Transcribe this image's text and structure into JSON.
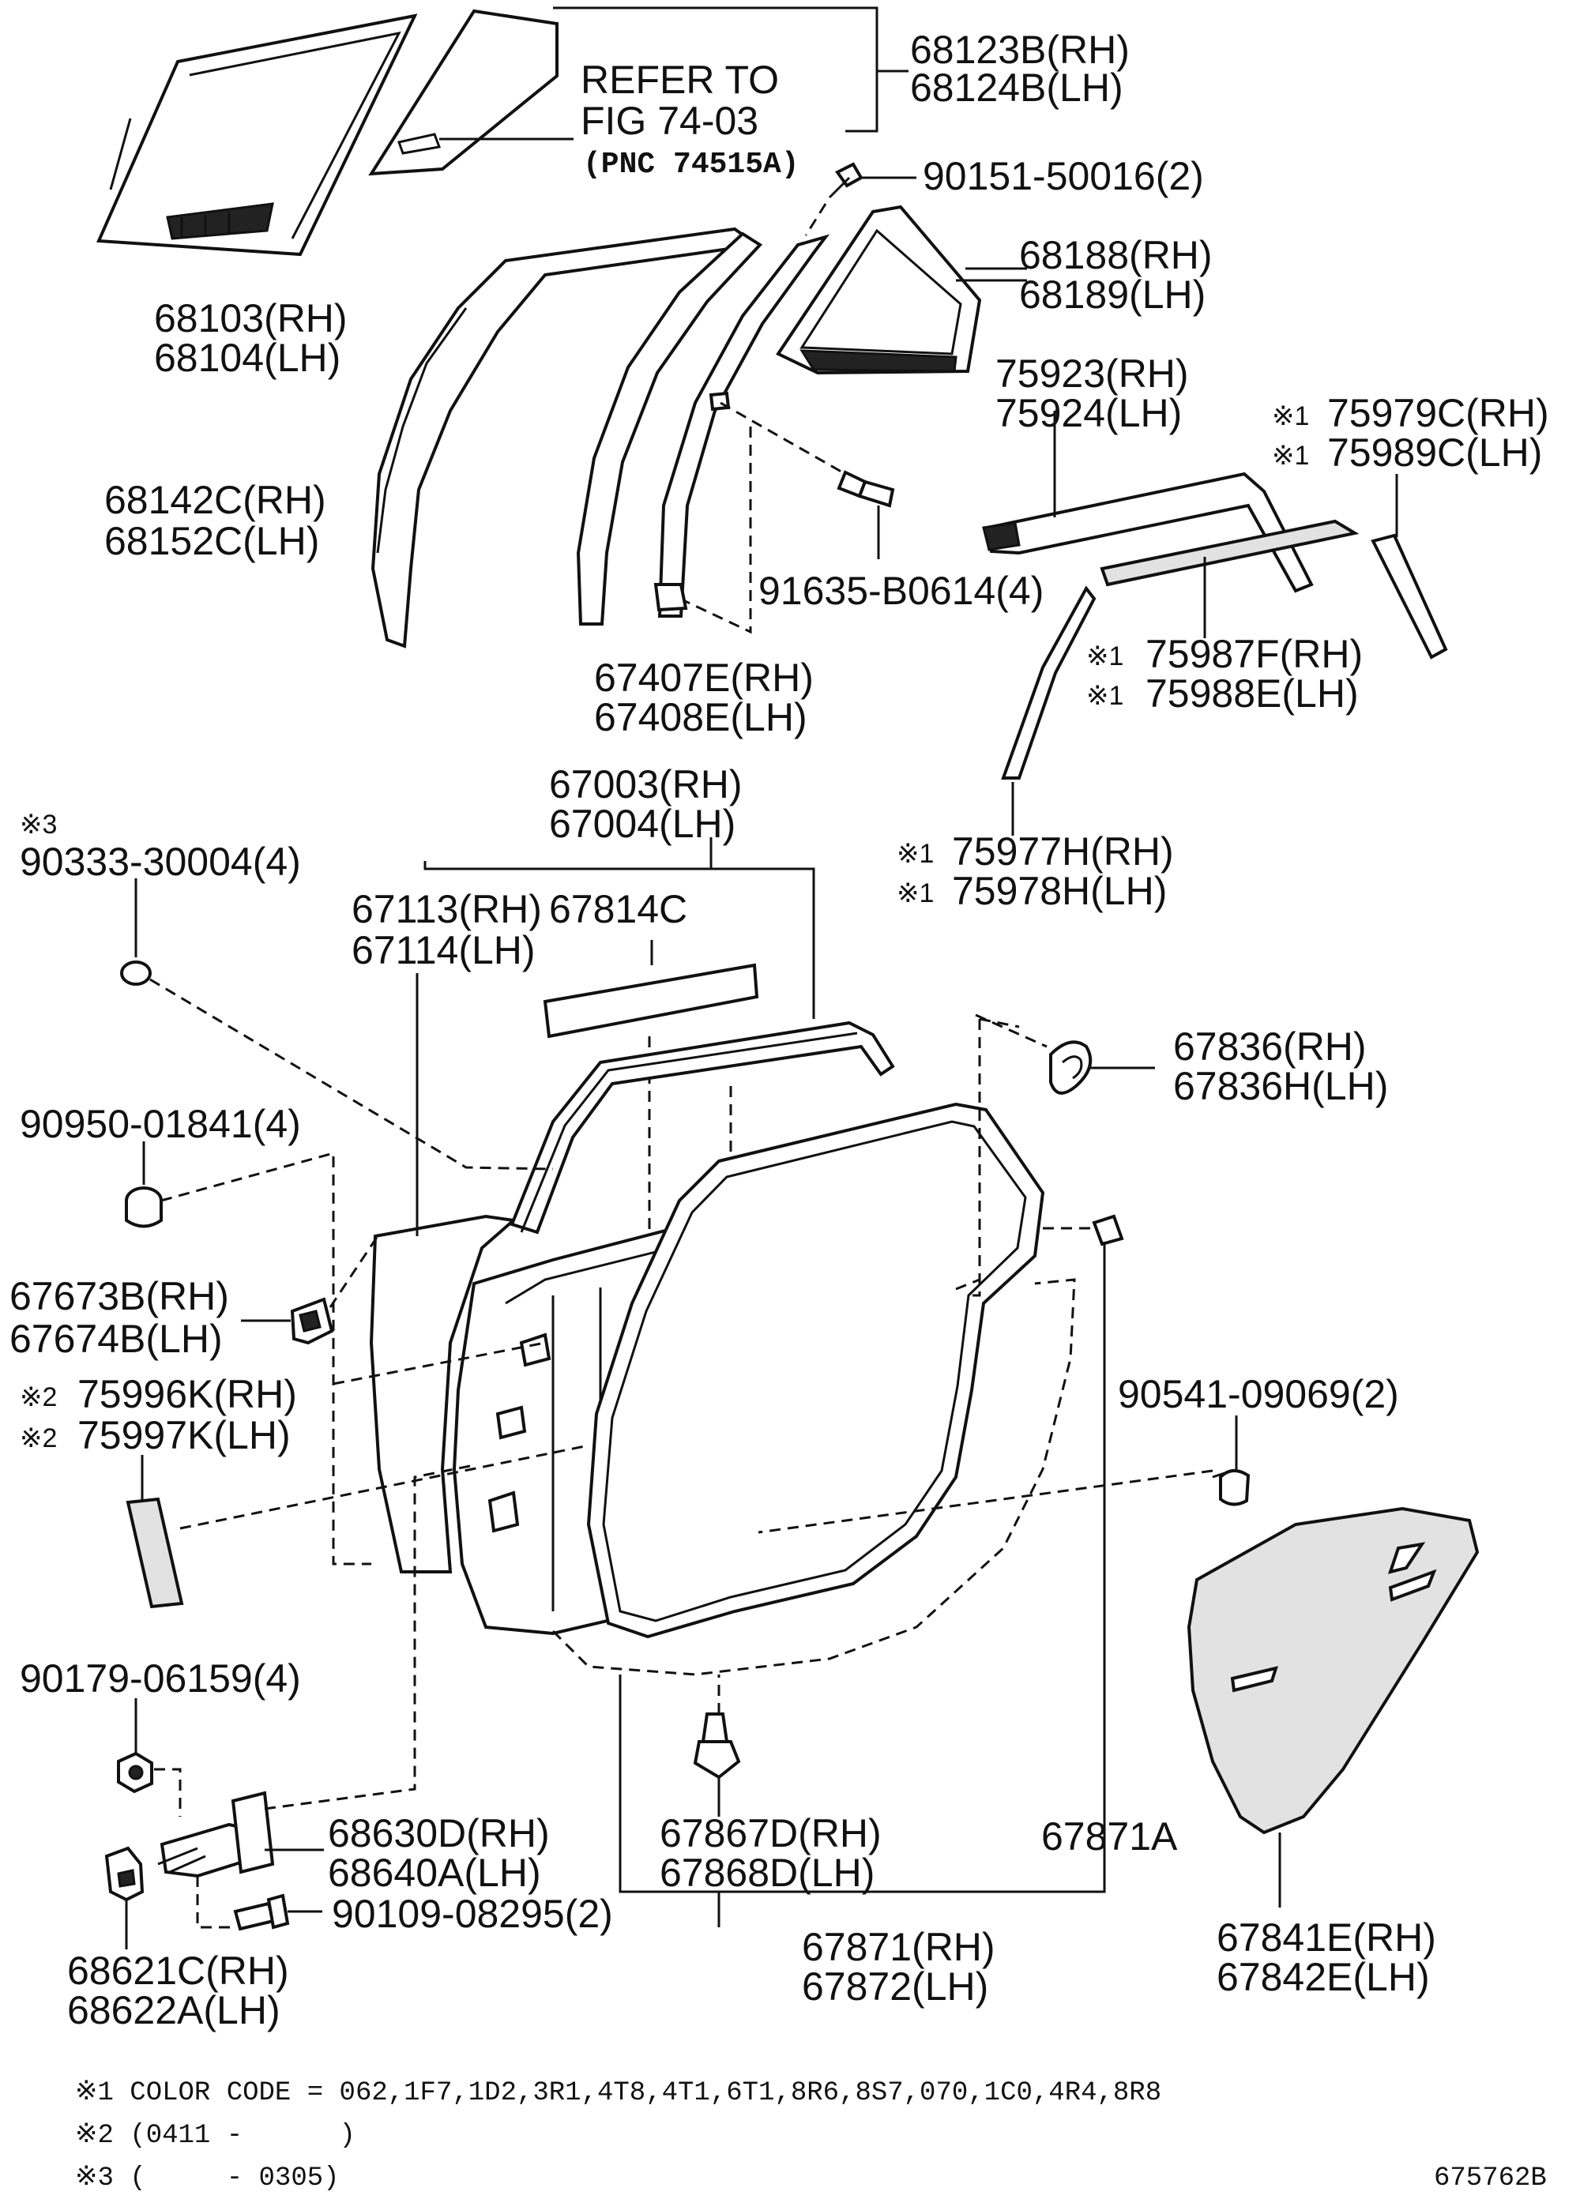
{
  "labels": {
    "window_glass_rh": "68123B(RH)",
    "window_glass_lh": "68124B(LH)",
    "refer_to": "REFER TO",
    "refer_fig": "FIG 74-03",
    "refer_pnc": "(PNC 74515A)",
    "screw": "90151-50016(2)",
    "glass_run_rh": "68103(RH)",
    "glass_run_lh": "68104(LH)",
    "quarter_weather_rh": "68188(RH)",
    "quarter_weather_lh": "68189(LH)",
    "outer_molding_rh": "68142C(RH)",
    "outer_molding_lh": "68152C(LH)",
    "bolt": "91635-B0614(4)",
    "division_bar_rh": "67407E(RH)",
    "division_bar_lh": "67408E(LH)",
    "belt_molding_rh": "75923(RH)",
    "belt_molding_lh": "75924(LH)",
    "garnish_c_rh": "75979C(RH)",
    "garnish_c_lh": "75989C(LH)",
    "garnish_f_rh": "75987F(RH)",
    "garnish_e_lh": "75988E(LH)",
    "garnish_h_rh": "75977H(RH)",
    "garnish_h_lh": "75978H(LH)",
    "door_panel_rh": "67003(RH)",
    "door_panel_lh": "67004(LH)",
    "grommet_note": "※3",
    "grommet": "90333-30004(4)",
    "outer_panel_rh": "67113(RH)",
    "outer_panel_lh": "67114(LH)",
    "pad": "67814C",
    "cap_rh": "67836(RH)",
    "cap_lh": "67836H(LH)",
    "plug": "90950-01841(4)",
    "hinge_bracket_rh": "67673B(RH)",
    "hinge_bracket_lh": "67674B(LH)",
    "tape_rh": "75996K(RH)",
    "tape_lh": "75997K(LH)",
    "clip_nut": "90541-09069(2)",
    "nut": "90179-06159(4)",
    "check_rh": "68630D(RH)",
    "check_lh": "68640A(LH)",
    "check_bolt": "90109-08295(2)",
    "hinge_rh": "68621C(RH)",
    "hinge_lh": "68622A(LH)",
    "clip_rh": "67867D(RH)",
    "clip_lh": "67868D(LH)",
    "weatherstrip_sub": "67871A",
    "weatherstrip_rh": "67871(RH)",
    "weatherstrip_lh": "67872(LH)",
    "hole_cover_rh": "67841E(RH)",
    "hole_cover_lh": "67842E(LH)",
    "mark1": "※1",
    "mark2": "※2"
  },
  "notes": {
    "note1": "※1 COLOR CODE = 062,1F7,1D2,3R1,4T8,4T1,6T1,8R6,8S7,070,1C0,4R4,8R8",
    "note2": "※2 (0411 -      )",
    "note3": "※3 (     - 0305)"
  },
  "diagram_id": "675762B"
}
